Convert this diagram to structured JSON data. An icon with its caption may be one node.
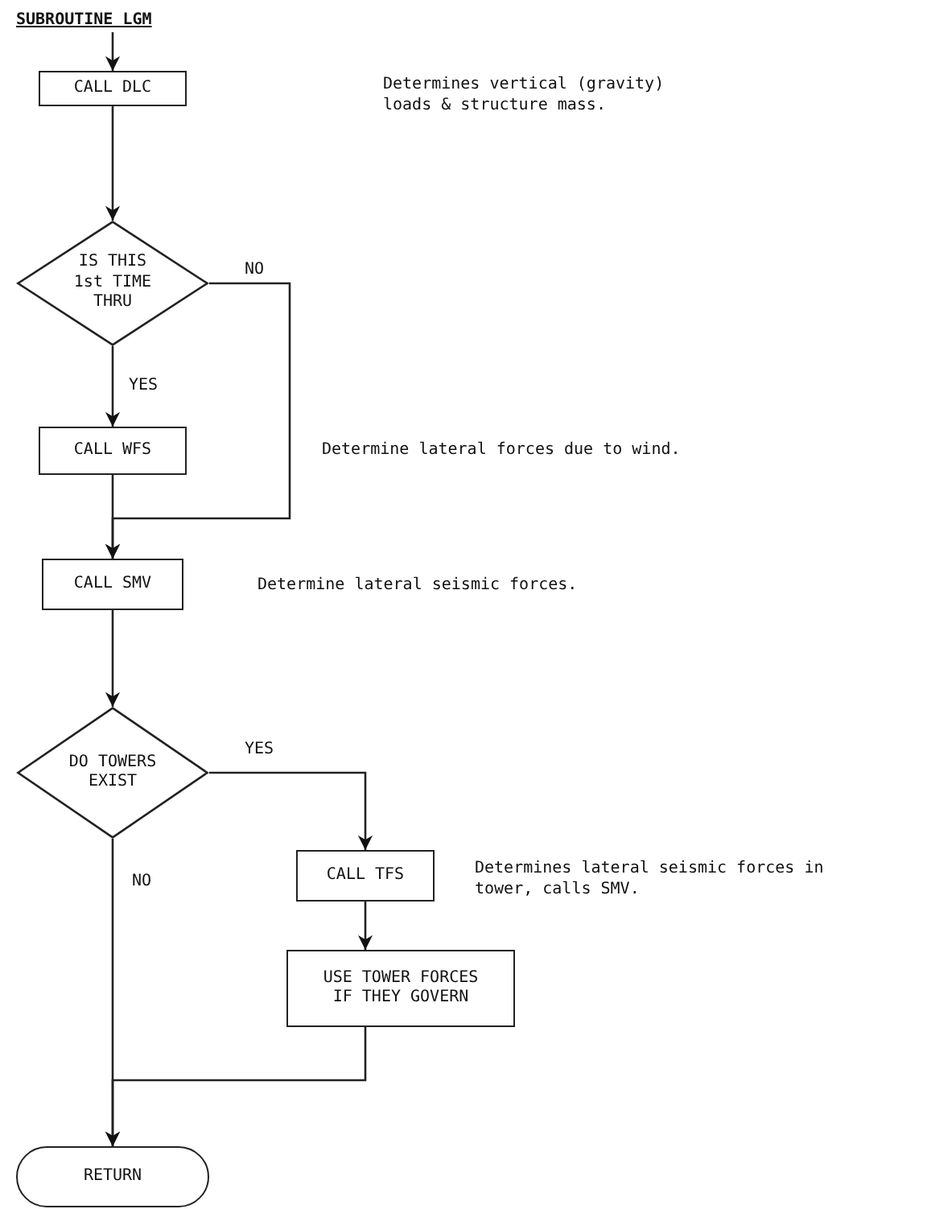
{
  "diagram": {
    "nodes": [
      {
        "text": [
          "SUBROUTINE LGM"
        ]
      },
      {
        "text": [
          "CALL DLC"
        ]
      },
      {
        "text": [
          "IS THIS 1st TIME THRU"
        ]
      },
      {
        "text": [
          "CALL WFS"
        ]
      },
      {
        "text": [
          "CALL SMV"
        ]
      },
      {
        "text": [
          "DO TOWERS EXIST"
        ]
      },
      {
        "text": [
          "CALL TFS"
        ],
        "beside": [
          "Determines lateral seismic forces in tower, calls SMV."
        ]
      },
      {
        "text": [
          "USE TOWER FORCES IF THEY GOVERN"
        ]
      },
      {
        "text": [
          "RETURN"
        ]
      }
    ],
    "edges": [
      {
        "from": 0,
        "to": 1,
        "arrow": "to"
      },
      {
        "from": 1,
        "to": 2,
        "arrow": "to"
      },
      {
        "from": 2,
        "to": 3,
        "arrow": "to",
        "label": "YES"
      },
      {
        "from": 2,
        "to": 4,
        "arrow": "to",
        "label": "NO"
      },
      {
        "from": 3,
        "to": 4,
        "arrow": "to"
      },
      {
        "from": 4,
        "to": 5,
        "arrow": "to"
      },
      {
        "from": 5,
        "to": 6,
        "arrow": "to",
        "label": "YES"
      },
      {
        "from": 5,
        "to": 8,
        "arrow": "to",
        "label": "NO"
      },
      {
        "from": 6,
        "to": 7,
        "arrow": "to"
      },
      {
        "from": 7,
        "to": 8,
        "arrow": "to"
      }
    ],
    "labels": [
      "Determines vertical (gravity) loads & structure mass.",
      "Determine lateral forces due to wind.",
      "Determine lateral seismic forces."
    ]
  }
}
